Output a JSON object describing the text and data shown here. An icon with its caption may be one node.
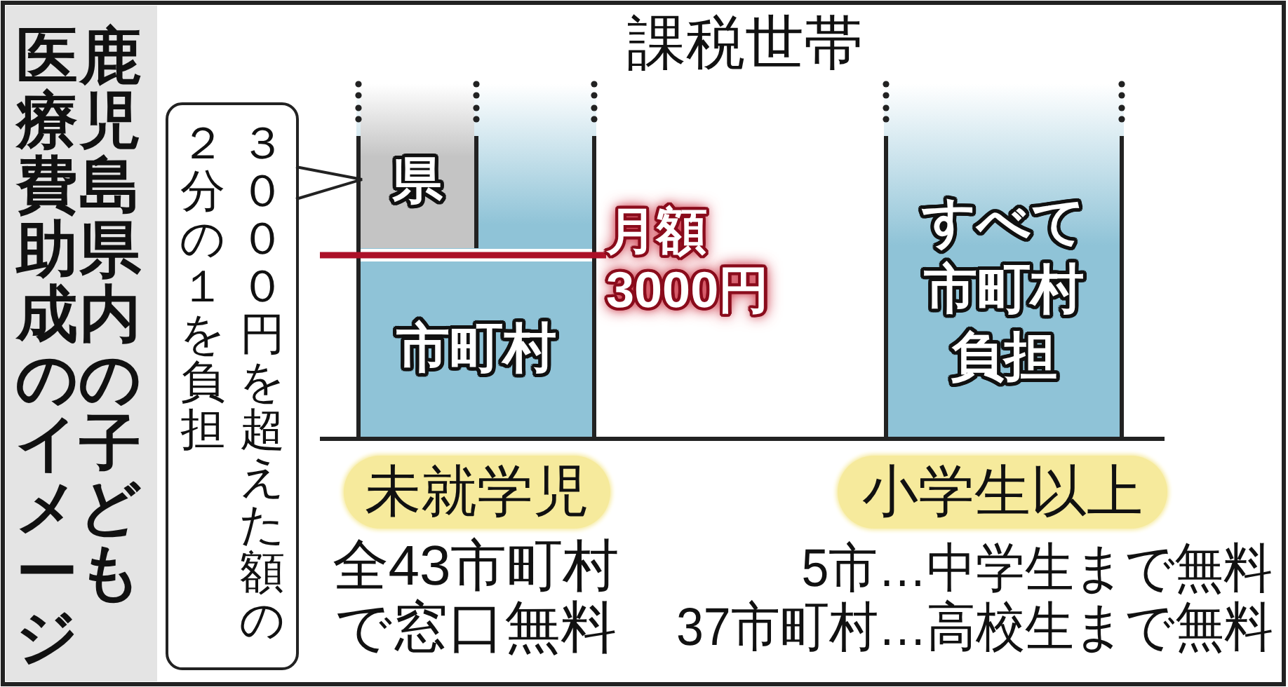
{
  "diagram": {
    "title": "鹿児島県内の子ども医療費助成のイメージ",
    "nodes": [
      {
        "text": [
          "３０００円を超えた額の２分の１を負担"
        ]
      },
      {
        "text": [],
        "shape": "bar"
      },
      {
        "text": [
          "県"
        ],
        "in": 1
      },
      {
        "text": [
          "市町村"
        ],
        "in": 1
      },
      {
        "text": [
          "すべて市町村負担"
        ]
      },
      {
        "text": [
          "未就学児"
        ]
      },
      {
        "text": [
          "小学生以上"
        ]
      }
    ],
    "edges": [
      {
        "from": 0,
        "to": 2,
        "arrow": "none"
      }
    ],
    "labels": [
      "課税世帯",
      "月額3000円",
      "全43市町村で窓口無料",
      "5市…中学生まで無料",
      "37市町村…高校生まで無料"
    ]
  }
}
